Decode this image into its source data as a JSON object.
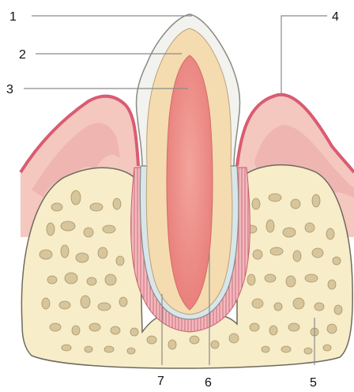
{
  "labels": {
    "l1": "1",
    "l2": "2",
    "l3": "3",
    "l4": "4",
    "l5": "5",
    "l6": "6",
    "l7": "7"
  },
  "colors": {
    "enamel": "#f2f2ee",
    "dentin": "#f4dcb0",
    "pulp": "#eb8c86",
    "gingiva": "#f4c7bf",
    "gingiva_edge": "#d95c72",
    "bone": "#f7edc9",
    "trabecula": "#d7c59b",
    "ligament": "#de8b95"
  }
}
